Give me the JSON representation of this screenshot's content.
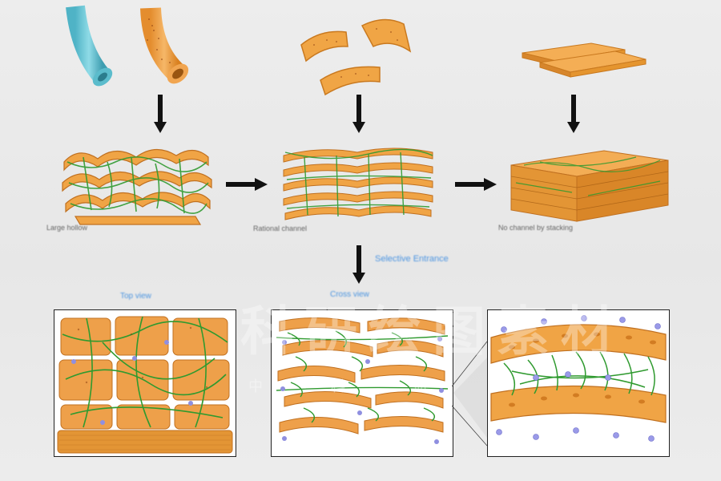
{
  "labels": {
    "large_hollow": "Large hollow",
    "rational_channel": "Rational channel",
    "no_channel": "No channel by stacking",
    "selective_entrance": "Selective Entrance",
    "top_view": "Top view",
    "cross_view": "Cross view"
  },
  "watermark": {
    "main": "科研绘图素材",
    "sub": "中 科 研"
  },
  "colors": {
    "background": "#e8e8e8",
    "orange": "#f0a040",
    "orange_dark": "#c77720",
    "green_fiber": "#2f9a2f",
    "tube_blue": "#6cc6d6",
    "accent_blue": "#3a8be0",
    "arrow": "#111111"
  }
}
